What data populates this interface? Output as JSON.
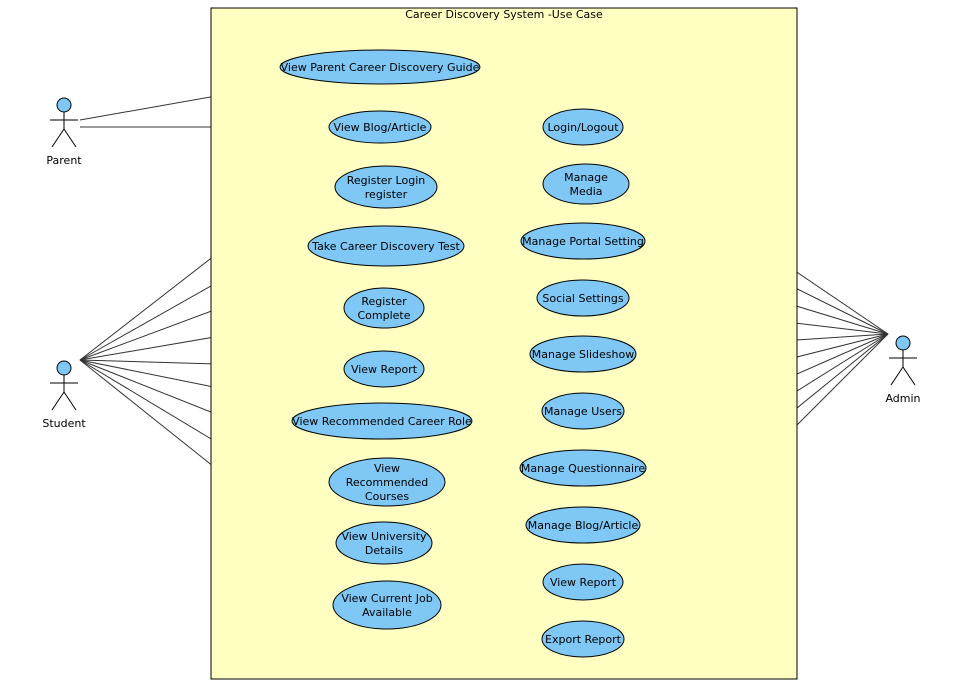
{
  "title": "Career Discovery System -Use Case",
  "actors": {
    "parent": "Parent",
    "student": "Student",
    "admin": "Admin"
  },
  "colors": {
    "boundary_fill": "#ffffc2",
    "use_case_fill": "#7fc8f6"
  },
  "left_use_cases": [
    {
      "id": "uc1",
      "lines": [
        "View Parent Career Discovery Guide"
      ]
    },
    {
      "id": "uc2",
      "lines": [
        "View Blog/Article"
      ]
    },
    {
      "id": "uc3",
      "lines": [
        "Register Login",
        "register"
      ]
    },
    {
      "id": "uc4",
      "lines": [
        "Take Career Discovery Test"
      ]
    },
    {
      "id": "uc5",
      "lines": [
        "Register",
        "Complete"
      ]
    },
    {
      "id": "uc6",
      "lines": [
        "View Report"
      ]
    },
    {
      "id": "uc7",
      "lines": [
        "View Recommended Career Role"
      ]
    },
    {
      "id": "uc8",
      "lines": [
        "View",
        "Recommended",
        "Courses"
      ]
    },
    {
      "id": "uc9",
      "lines": [
        "View University",
        "Details"
      ]
    },
    {
      "id": "uc10",
      "lines": [
        "View Current Job",
        "Available"
      ]
    }
  ],
  "right_use_cases": [
    {
      "id": "uc11",
      "lines": [
        "Login/Logout"
      ]
    },
    {
      "id": "uc12",
      "lines": [
        "Manage",
        "Media"
      ]
    },
    {
      "id": "uc13",
      "lines": [
        "Manage Portal Setting"
      ]
    },
    {
      "id": "uc14",
      "lines": [
        "Social Settings"
      ]
    },
    {
      "id": "uc15",
      "lines": [
        "Manage Slideshow"
      ]
    },
    {
      "id": "uc16",
      "lines": [
        "Manage Users"
      ]
    },
    {
      "id": "uc17",
      "lines": [
        "Manage Questionnaire"
      ]
    },
    {
      "id": "uc18",
      "lines": [
        "Manage Blog/Article"
      ]
    },
    {
      "id": "uc19",
      "lines": [
        "View Report"
      ]
    },
    {
      "id": "uc20",
      "lines": [
        "Export Report"
      ]
    }
  ],
  "associations": {
    "parent": [
      "uc1",
      "uc2"
    ],
    "student": [
      "uc2",
      "uc3",
      "uc4",
      "uc5",
      "uc6",
      "uc7",
      "uc8",
      "uc9",
      "uc10"
    ],
    "admin": [
      "uc11",
      "uc12",
      "uc13",
      "uc14",
      "uc15",
      "uc16",
      "uc17",
      "uc18",
      "uc19",
      "uc20"
    ]
  }
}
